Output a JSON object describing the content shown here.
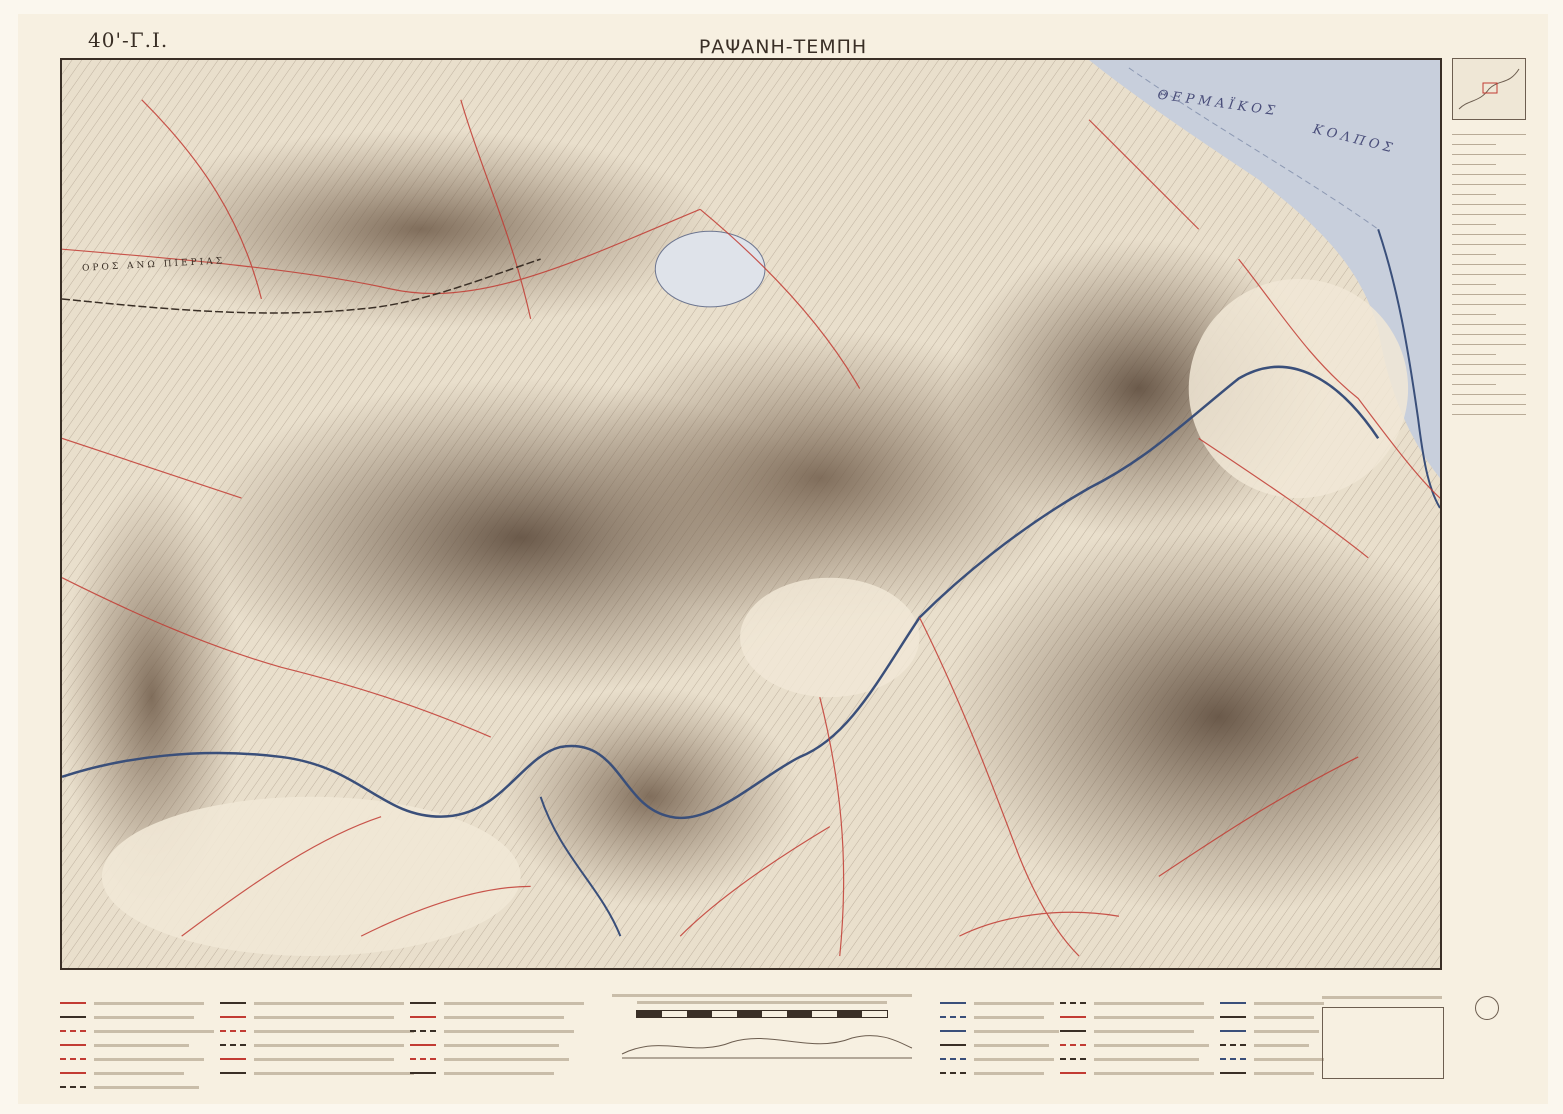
{
  "header": {
    "sheet_code": "40'-Γ.Ι.",
    "title": "ΡΑΨΑΝΗ-ΤΕΜΠΗ"
  },
  "map": {
    "sea_label_1": "ΘΕΡΜΑΪΚΟΣ",
    "sea_label_2": "ΚΟΛΠΟΣ",
    "ridge_label": "ΟΡΟΣ ΑΝΩ ΠΙΕΡΙΑΣ"
  },
  "colors": {
    "paper": "#f7f0e1",
    "relief": "#8c7864",
    "roads": "#c23b33",
    "water": "#3a4f7a",
    "sea": "#b9c2d4"
  },
  "icons": {
    "seal": "emblem-icon"
  }
}
